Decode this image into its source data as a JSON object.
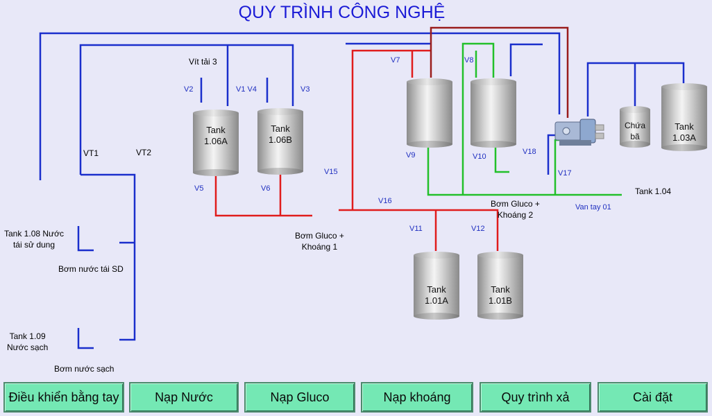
{
  "title": "QUY TRÌNH CÔNG NGHỆ",
  "colors": {
    "water_line": "#1a2ecc",
    "gluco_line": "#e01c1c",
    "mineral_line": "#22c02a",
    "discharge_line": "#9a1c1c",
    "button_bg": "#74e8b4"
  },
  "tanks": {
    "t106a": "Tank\n1.06A",
    "t106b": "Tank\n1.06B",
    "t101a": "Tank\n1.01A",
    "t101b": "Tank\n1.01B",
    "t103a": "Tank\n1.03A",
    "chua_ba": "Chứa\nbã"
  },
  "labels": {
    "vit_tai_3": "Vít tải 3",
    "vt1": "VT1",
    "vt2": "VT2",
    "tank108": "Tank 1.08 Nước\ntái sử dung",
    "bom_nuoc_tai_sd": "Bơm nước tái SD",
    "tank109": "Tank 1.09\nNước sạch",
    "bom_nuoc_sach": "Bơm nước sạch",
    "bom_gluco_1": "Bơm Gluco +\nKhoáng 1",
    "bom_gluco_2": "Bơm Gluco +\nKhoáng 2",
    "tank104": "Tank 1.04",
    "van_tay_01": "Van tay 01"
  },
  "valves": {
    "v1v4": "V1 V4",
    "v2": "V2",
    "v3": "V3",
    "v5": "V5",
    "v6": "V6",
    "v7": "V7",
    "v8": "V8",
    "v9": "V9",
    "v10": "V10",
    "v11": "V11",
    "v12": "V12",
    "v15": "V15",
    "v16": "V16",
    "v17": "V17",
    "v18": "V18"
  },
  "buttons": {
    "manual": "Điều khiển bằng tay",
    "nap_nuoc": "Nạp Nước",
    "nap_gluco": "Nạp Gluco",
    "nap_khoang": "Nạp khoáng",
    "quy_trinh_xa": "Quy trình xả",
    "cai_dat": "Cài đặt"
  }
}
